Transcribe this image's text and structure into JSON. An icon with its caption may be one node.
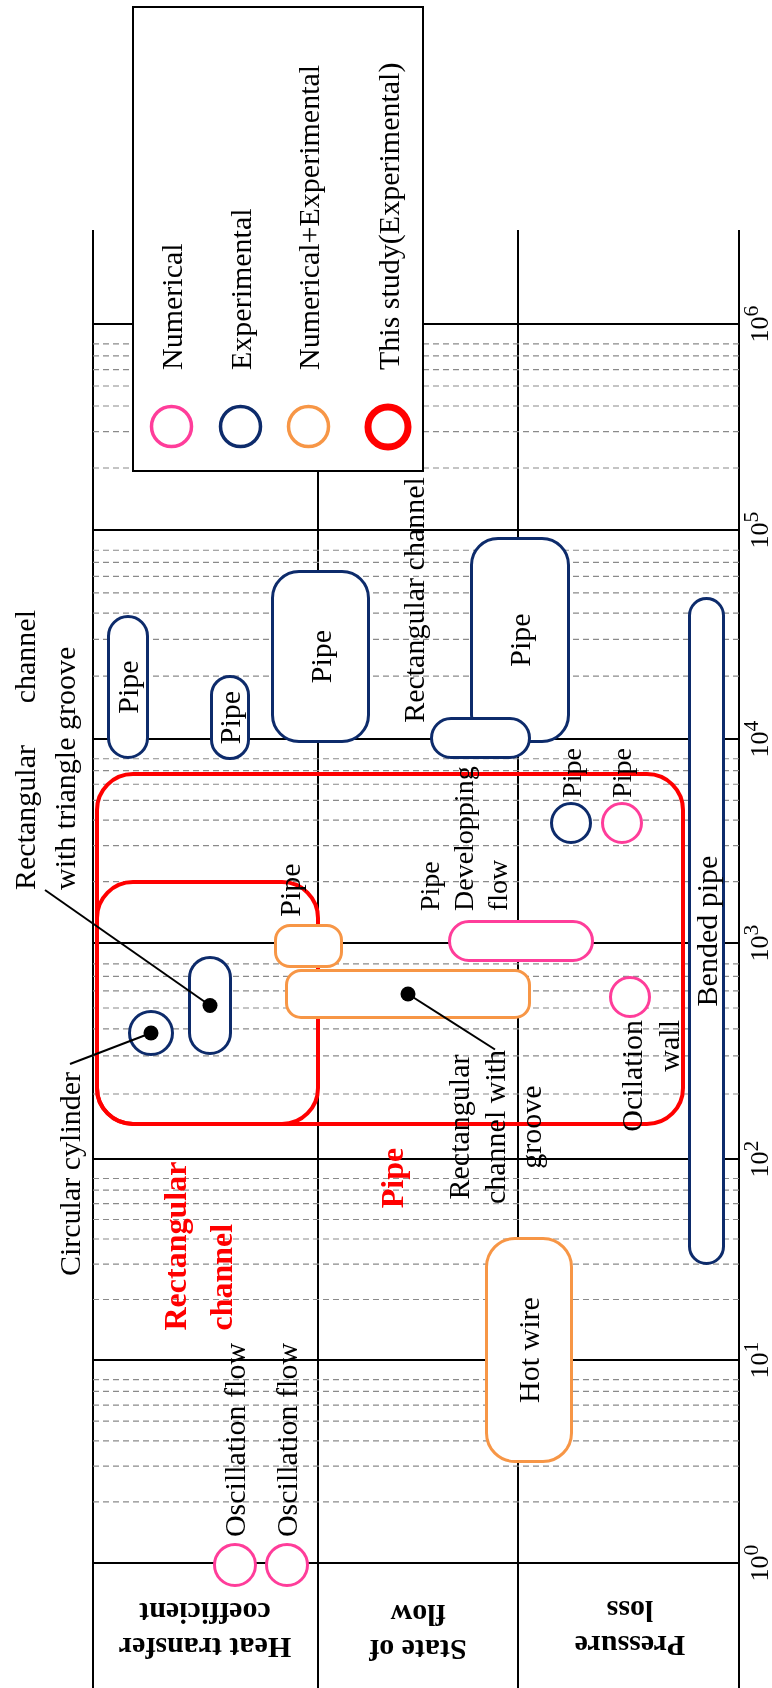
{
  "diagram": {
    "nodes": [
      {
        "text": [
          "Pipe"
        ]
      },
      {
        "text": [
          "Pipe"
        ]
      },
      {
        "text": [
          "Pipe"
        ]
      },
      {
        "text": [
          "Pipe"
        ]
      },
      {
        "text": [],
        "shape": "box",
        "beside": [
          "Rectangular channel"
        ]
      },
      {
        "text": [
          "Rectangular channel with triangle groove"
        ]
      },
      {
        "text": [],
        "shape": "box",
        "beside": [
          "Pipe"
        ]
      },
      {
        "text": [],
        "shape": "box",
        "in": 6,
        "beside": [
          "Rectangular channel"
        ]
      },
      {
        "text": [],
        "shape": "circle",
        "in": 6,
        "beside": [
          "Pipe"
        ]
      },
      {
        "text": [],
        "shape": "circle",
        "in": 6,
        "beside": [
          "Pipe"
        ]
      },
      {
        "text": [],
        "shape": "box",
        "in": 6,
        "beside": [
          "Pipe Developping flow"
        ]
      },
      {
        "text": [],
        "shape": "box",
        "in": 6,
        "beside": [
          "Pipe"
        ]
      },
      {
        "text": [],
        "shape": "box",
        "in": 7
      },
      {
        "text": [],
        "shape": "box",
        "in": 6
      },
      {
        "text": [],
        "shape": "circle",
        "in": 6,
        "beside": [
          "Ocilation wall"
        ]
      },
      {
        "text": [],
        "shape": "circle",
        "in": 7
      },
      {
        "text": [
          "Circular cylinder"
        ]
      },
      {
        "text": [
          "Rectangular channel with groove"
        ]
      },
      {
        "text": [
          "Bended pipe"
        ]
      },
      {
        "text": [
          "Hot wire"
        ]
      },
      {
        "text": [],
        "shape": "circle",
        "beside": [
          "Oscillation flow"
        ]
      },
      {
        "text": [],
        "shape": "circle",
        "beside": [
          "Oscillation flow"
        ]
      }
    ],
    "edges": [
      {
        "from": 5,
        "to": 12,
        "arrow": "other"
      },
      {
        "from": 16,
        "to": 15,
        "arrow": "other"
      },
      {
        "from": 17,
        "to": 13,
        "arrow": "other"
      }
    ],
    "labels": [
      "10$^{6}$",
      "10$^{5}$",
      "10$^{4}$",
      "10$^{3}$",
      "10$^{2}$",
      "10$^{1}$",
      "10$^{0}$",
      "Heat transfer coefficient",
      "State of flow",
      "Pressure loss"
    ],
    "legend": [
      {
        "text": "Numerical",
        "color": "#ff3d9a"
      },
      {
        "text": "Experimental",
        "color": "#0d2b6b"
      },
      {
        "text": "Numerical+Experimental",
        "color": "#f79646"
      },
      {
        "text": "This study(Experimental)",
        "color": "#ff0000"
      }
    ]
  }
}
